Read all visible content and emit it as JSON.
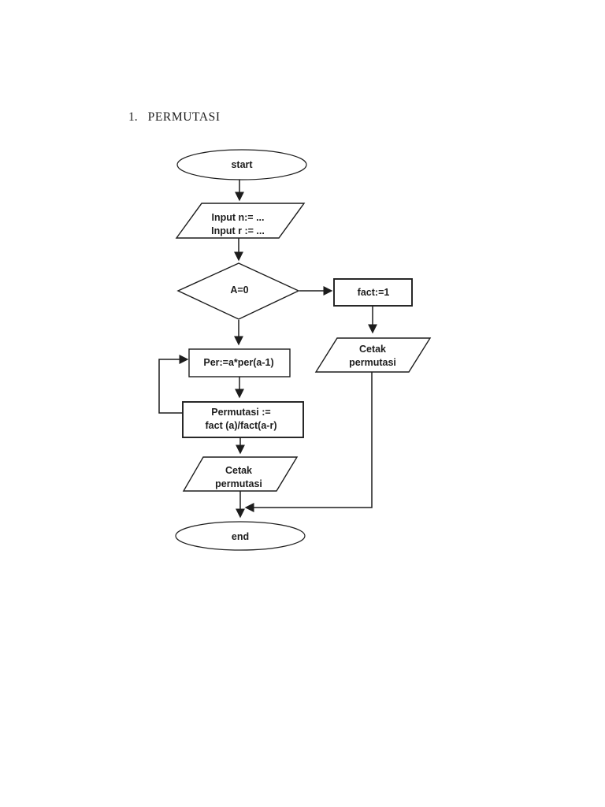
{
  "page": {
    "list_number": "1.",
    "title": "PERMUTASI"
  },
  "colors": {
    "ink": "#1d1d1d",
    "background": "#ffffff"
  },
  "flowchart": {
    "nodes": {
      "start": {
        "type": "terminator",
        "label": "start"
      },
      "input": {
        "type": "input-output",
        "line1": "Input n:= ...",
        "line2": "Input r := ..."
      },
      "decision": {
        "type": "decision",
        "label": "A=0"
      },
      "fact": {
        "type": "process",
        "label": "fact:=1"
      },
      "cetak_right": {
        "type": "input-output",
        "line1": "Cetak",
        "line2": "permutasi"
      },
      "per": {
        "type": "process",
        "label": "Per:=a*per(a-1)"
      },
      "permutasi": {
        "type": "process",
        "line1": "Permutasi :=",
        "line2": "fact (a)/fact(a-r)"
      },
      "cetak_bottom": {
        "type": "input-output",
        "line1": "Cetak",
        "line2": "permutasi"
      },
      "end": {
        "type": "terminator",
        "label": "end"
      }
    },
    "edges": [
      {
        "from": "start",
        "to": "input"
      },
      {
        "from": "input",
        "to": "decision"
      },
      {
        "from": "decision",
        "to": "fact"
      },
      {
        "from": "fact",
        "to": "cetak_right"
      },
      {
        "from": "cetak_right",
        "to": "end"
      },
      {
        "from": "decision",
        "to": "per"
      },
      {
        "from": "per",
        "to": "permutasi"
      },
      {
        "from": "permutasi",
        "to": "per"
      },
      {
        "from": "permutasi",
        "to": "cetak_bottom"
      },
      {
        "from": "cetak_bottom",
        "to": "end"
      }
    ]
  }
}
